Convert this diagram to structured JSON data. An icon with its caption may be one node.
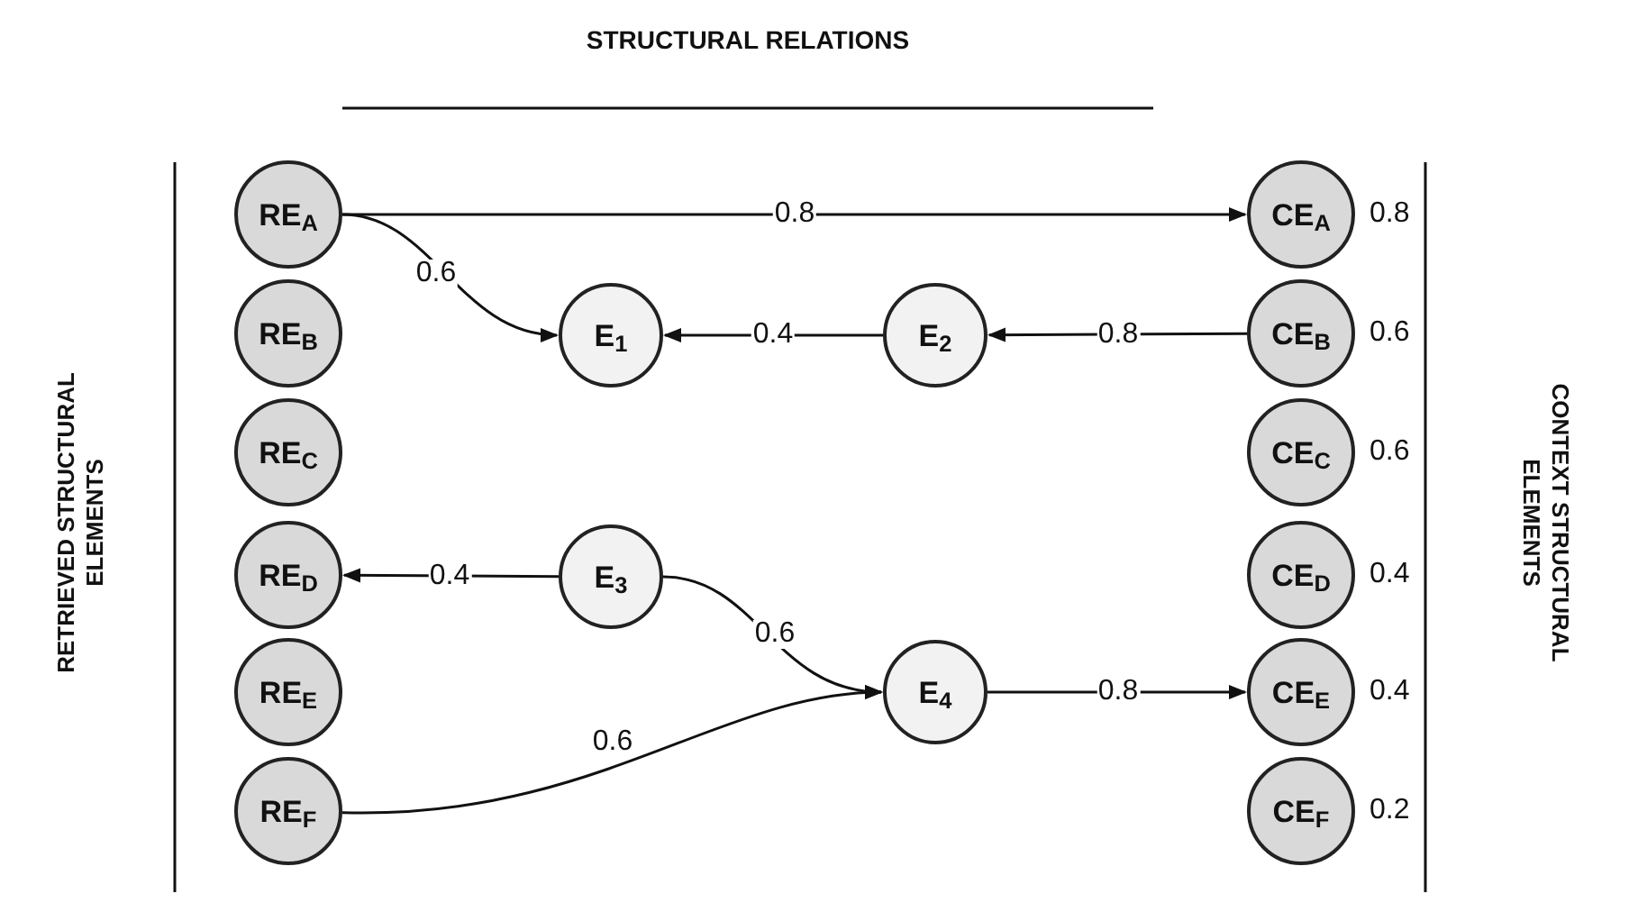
{
  "diagram": {
    "title": "STRUCTURAL RELATIONS",
    "nodes": [
      {
        "text": [
          "RE$_{A}$"
        ]
      },
      {
        "text": [
          "RE$_{B}$"
        ]
      },
      {
        "text": [
          "RE$_{C}$"
        ]
      },
      {
        "text": [
          "RE$_{D}$"
        ]
      },
      {
        "text": [
          "RE$_{E}$"
        ]
      },
      {
        "text": [
          "RE$_{F}$"
        ]
      },
      {
        "text": [
          "E$_{1}$"
        ]
      },
      {
        "text": [
          "E$_{2}$"
        ]
      },
      {
        "text": [
          "E$_{3}$"
        ]
      },
      {
        "text": [
          "E$_{4}$"
        ]
      },
      {
        "text": [
          "CE$_{A}$"
        ],
        "beside": [
          "0.8"
        ]
      },
      {
        "text": [
          "CE$_{B}$"
        ],
        "beside": [
          "0.6"
        ]
      },
      {
        "text": [
          "CE$_{C}$"
        ],
        "beside": [
          "0.6"
        ]
      },
      {
        "text": [
          "CE$_{D}$"
        ],
        "beside": [
          "0.4"
        ]
      },
      {
        "text": [
          "CE$_{E}$"
        ],
        "beside": [
          "0.4"
        ]
      },
      {
        "text": [
          "CE$_{F}$"
        ],
        "beside": [
          "0.2"
        ]
      }
    ],
    "edges": [
      {
        "from": 0,
        "to": 10,
        "arrow": "to",
        "label": "0.8"
      },
      {
        "from": 0,
        "to": 6,
        "arrow": "to",
        "label": "0.6"
      },
      {
        "from": 7,
        "to": 6,
        "arrow": "to",
        "label": "0.4"
      },
      {
        "from": 11,
        "to": 7,
        "arrow": "to",
        "label": "0.8"
      },
      {
        "from": 8,
        "to": 3,
        "arrow": "to",
        "label": "0.4"
      },
      {
        "from": 8,
        "to": 9,
        "arrow": "to",
        "label": "0.6"
      },
      {
        "from": 5,
        "to": 9,
        "arrow": "to",
        "label": "0.6"
      },
      {
        "from": 9,
        "to": 14,
        "arrow": "to",
        "label": "0.8"
      }
    ],
    "labels": [
      "RETRIEVED STRUCTURAL ELEMENTS",
      "CONTEXT STRUCTURAL ELEMENTS"
    ]
  }
}
